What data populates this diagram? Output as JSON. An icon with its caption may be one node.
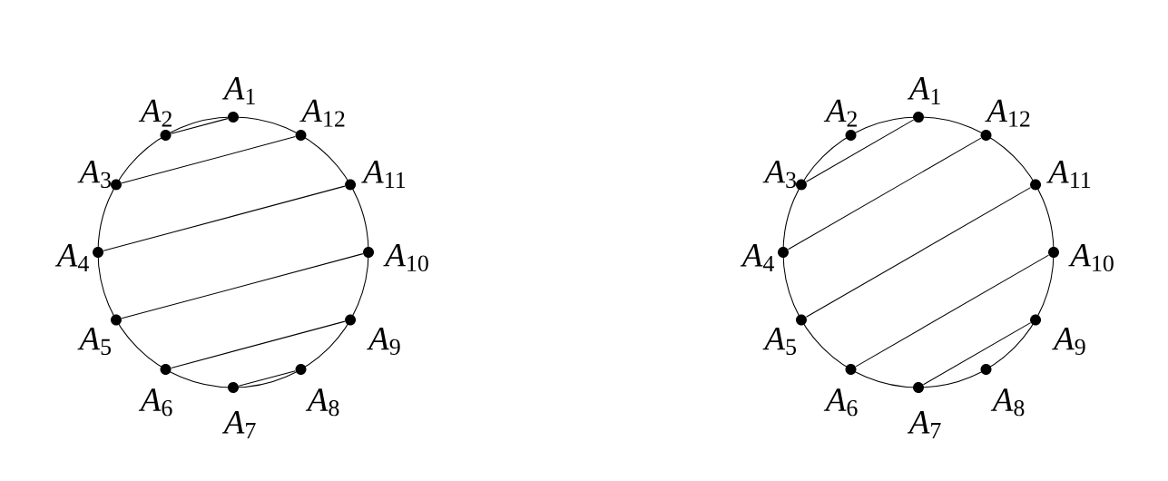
{
  "diagram": {
    "nodes": [
      {
        "text": [],
        "shape": "circle",
        "beside": [
          "*A*$_{1}$"
        ]
      },
      {
        "text": [],
        "shape": "circle",
        "beside": [
          "*A*$_{2}$"
        ]
      },
      {
        "text": [],
        "shape": "circle",
        "beside": [
          "*A*$_{3}$"
        ]
      },
      {
        "text": [],
        "shape": "circle",
        "beside": [
          "*A*$_{4}$"
        ]
      },
      {
        "text": [],
        "shape": "circle",
        "beside": [
          "*A*$_{5}$"
        ]
      },
      {
        "text": [],
        "shape": "circle",
        "beside": [
          "*A*$_{6}$"
        ]
      },
      {
        "text": [],
        "shape": "circle",
        "beside": [
          "*A*$_{7}$"
        ]
      },
      {
        "text": [],
        "shape": "circle",
        "beside": [
          "*A*$_{8}$"
        ]
      },
      {
        "text": [],
        "shape": "circle",
        "beside": [
          "*A*$_{9}$"
        ]
      },
      {
        "text": [],
        "shape": "circle",
        "beside": [
          "*A*$_{10}$"
        ]
      },
      {
        "text": [],
        "shape": "circle",
        "beside": [
          "*A*$_{11}$"
        ]
      },
      {
        "text": [],
        "shape": "circle",
        "beside": [
          "*A*$_{12}$"
        ]
      },
      {
        "text": [],
        "shape": "circle",
        "beside": [
          "*A*$_{1}$"
        ]
      },
      {
        "text": [],
        "shape": "circle",
        "beside": [
          "*A*$_{2}$"
        ]
      },
      {
        "text": [],
        "shape": "circle",
        "beside": [
          "*A*$_{3}$"
        ]
      },
      {
        "text": [],
        "shape": "circle",
        "beside": [
          "*A*$_{4}$"
        ]
      },
      {
        "text": [],
        "shape": "circle",
        "beside": [
          "*A*$_{5}$"
        ]
      },
      {
        "text": [],
        "shape": "circle",
        "beside": [
          "*A*$_{6}$"
        ]
      },
      {
        "text": [],
        "shape": "circle",
        "beside": [
          "*A*$_{7}$"
        ]
      },
      {
        "text": [],
        "shape": "circle",
        "beside": [
          "*A*$_{8}$"
        ]
      },
      {
        "text": [],
        "shape": "circle",
        "beside": [
          "*A*$_{9}$"
        ]
      },
      {
        "text": [],
        "shape": "circle",
        "beside": [
          "*A*$_{10}$"
        ]
      },
      {
        "text": [],
        "shape": "circle",
        "beside": [
          "*A*$_{11}$"
        ]
      },
      {
        "text": [],
        "shape": "circle",
        "beside": [
          "*A*$_{12}$"
        ]
      }
    ],
    "edges": [
      {
        "from": 1,
        "to": 0,
        "arrow": "none"
      },
      {
        "from": 2,
        "to": 11,
        "arrow": "none"
      },
      {
        "from": 3,
        "to": 10,
        "arrow": "none"
      },
      {
        "from": 4,
        "to": 9,
        "arrow": "none"
      },
      {
        "from": 5,
        "to": 8,
        "arrow": "none"
      },
      {
        "from": 6,
        "to": 7,
        "arrow": "none"
      },
      {
        "from": 14,
        "to": 12,
        "arrow": "none"
      },
      {
        "from": 15,
        "to": 23,
        "arrow": "none"
      },
      {
        "from": 16,
        "to": 22,
        "arrow": "none"
      },
      {
        "from": 17,
        "to": 21,
        "arrow": "none"
      },
      {
        "from": 18,
        "to": 20,
        "arrow": "none"
      }
    ]
  }
}
